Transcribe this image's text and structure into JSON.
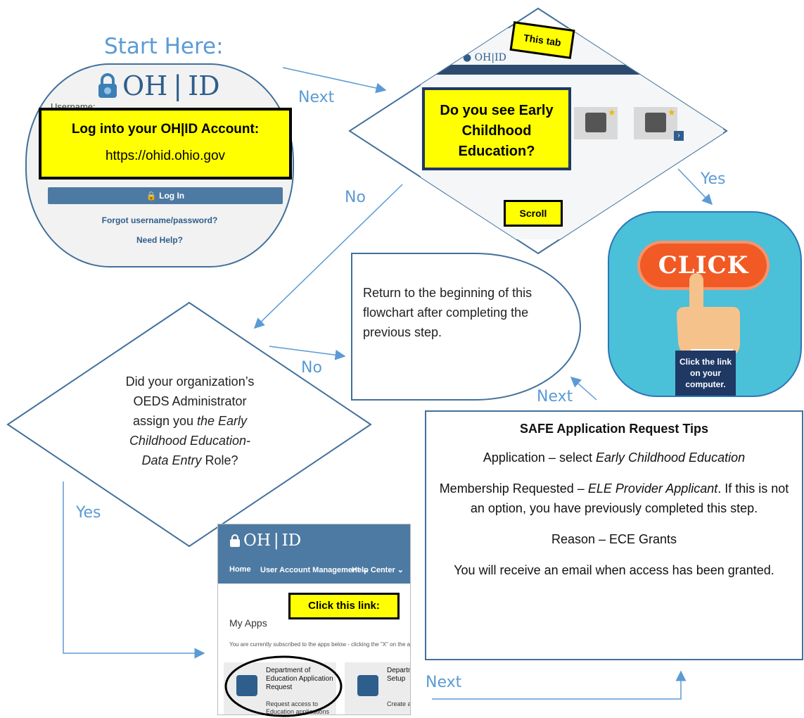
{
  "start": {
    "title": "Start Here:",
    "logo_left": "OH",
    "logo_right": "ID",
    "username_label": "Username:",
    "instruction_title": "Log into your OH|ID Account:",
    "instruction_url": "https://ohid.ohio.gov",
    "login_button": "Log In",
    "forgot_link": "Forgot username/password?",
    "help_link": "Need Help?"
  },
  "labels": {
    "next_1": "Next",
    "yes_1": "Yes",
    "no_1": "No",
    "no_2": "No",
    "next_2": "Next",
    "yes_2": "Yes",
    "next_3": "Next"
  },
  "decision_1": {
    "question": "Do you see Early Childhood Education?",
    "tab_callout": "This tab",
    "scroll_callout": "Scroll"
  },
  "click_panel": {
    "button": "CLICK",
    "caption": "Click the link on your computer."
  },
  "return_step": {
    "text": "Return to the beginning of this flowchart after completing the previous step."
  },
  "decision_2": {
    "line1": "Did your organization’s",
    "line2": "OEDS Administrator",
    "line3_pre": "assign you ",
    "line3_em": "the Early",
    "line4_em": "Childhood Education-",
    "line5_em": "Data Entry",
    "line5_post": " Role?"
  },
  "tips": {
    "title": "SAFE Application Request Tips",
    "application_pre": "Application – select ",
    "application_em": "Early Childhood Education",
    "membership_pre": "Membership Requested – ",
    "membership_em": "ELE Provider Applicant",
    "membership_post": ". If this is not an option, you have previously completed this step.",
    "reason": "Reason – ECE Grants",
    "email": "You will receive an email when access has been granted."
  },
  "my_apps": {
    "logo_left": "OH",
    "logo_right": "ID",
    "nav_home": "Home",
    "nav_user": "User Account Management",
    "nav_help": "Help Center",
    "title": "My Apps",
    "description": "You are currently subscribed to the apps below - clicking the \"X\" on the app tile will u",
    "callout": "Click this link:",
    "tile1_name": "Department of Education Application Request",
    "tile1_sub": "Request access to Education applications",
    "tile2_name": "Departme Educatio Setup",
    "tile2_sub": "Create a pr with the De"
  },
  "colors": {
    "accent": "#5b9bd5",
    "outline": "#41719c",
    "highlight": "#ffff00",
    "ohid_blue": "#2e5e8c"
  }
}
